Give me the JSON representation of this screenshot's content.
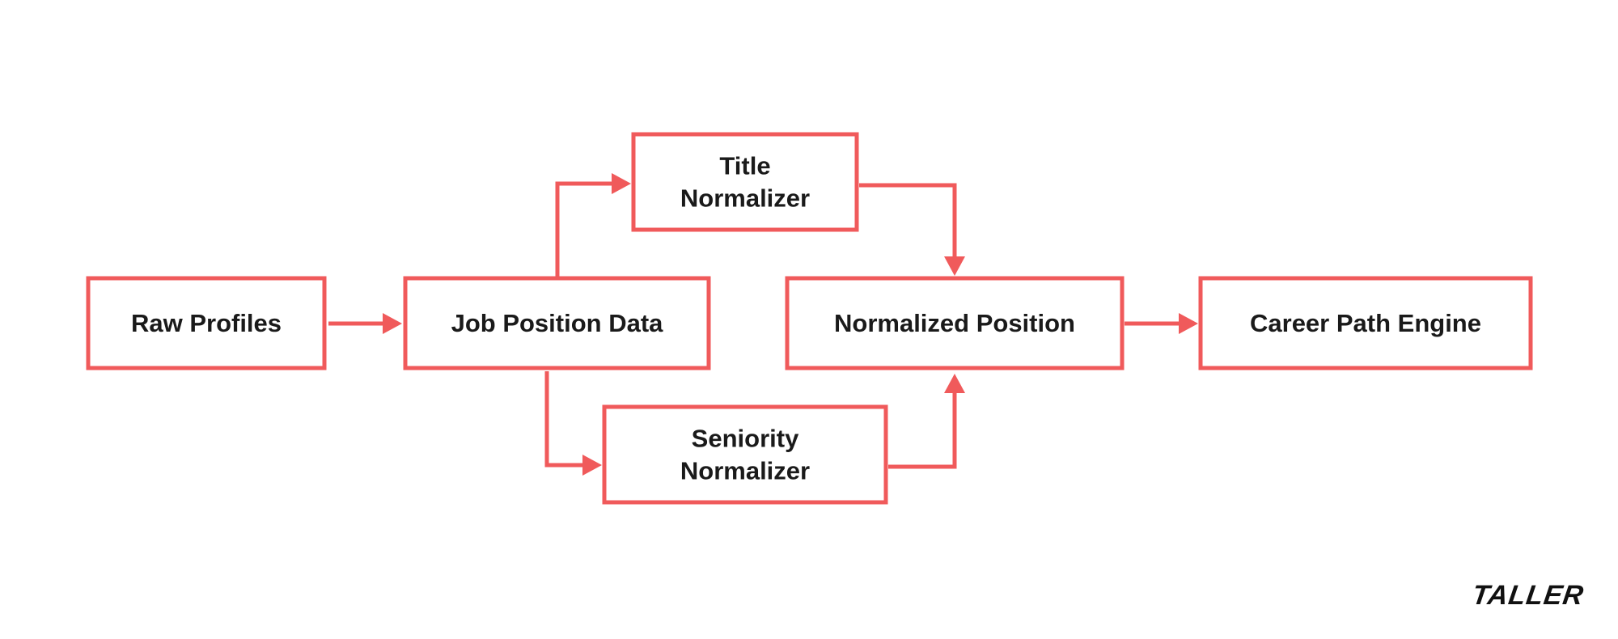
{
  "diagram": {
    "accent_color": "#f05a5b",
    "text_color": "#1a1a1a",
    "nodes": [
      {
        "id": "raw-profiles",
        "lines": [
          "Raw Profiles"
        ]
      },
      {
        "id": "job-position-data",
        "lines": [
          "Job Position Data"
        ]
      },
      {
        "id": "title-normalizer",
        "lines": [
          "Title",
          "Normalizer"
        ]
      },
      {
        "id": "seniority-normalizer",
        "lines": [
          "Seniority",
          "Normalizer"
        ]
      },
      {
        "id": "normalized-position",
        "lines": [
          "Normalized Position"
        ]
      },
      {
        "id": "career-path-engine",
        "lines": [
          "Career Path Engine"
        ]
      }
    ],
    "edges": [
      {
        "from": "raw-profiles",
        "to": "job-position-data"
      },
      {
        "from": "job-position-data",
        "to": "title-normalizer"
      },
      {
        "from": "job-position-data",
        "to": "seniority-normalizer"
      },
      {
        "from": "title-normalizer",
        "to": "normalized-position"
      },
      {
        "from": "seniority-normalizer",
        "to": "normalized-position"
      },
      {
        "from": "normalized-position",
        "to": "career-path-engine"
      }
    ]
  },
  "brand": {
    "logo_text": "TALLER",
    "logo_color": "#111111"
  }
}
